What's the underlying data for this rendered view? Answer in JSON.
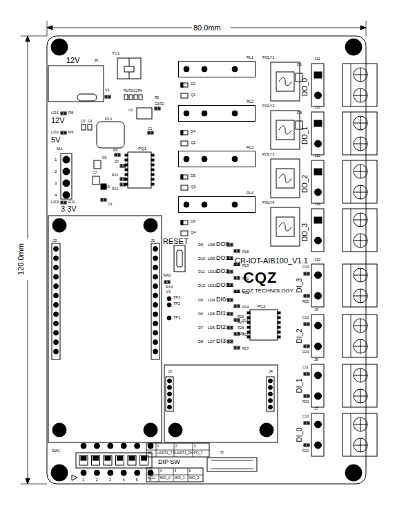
{
  "diagram": {
    "nodes": [
      {
        "text": [
          "RL1"
        ]
      },
      {
        "text": [
          "RL2"
        ]
      },
      {
        "text": [
          "RL3"
        ]
      },
      {
        "text": [
          "RL4"
        ]
      }
    ],
    "labels": [
      "80.0mm",
      "120.0mm",
      "12V",
      "J6",
      "TC1",
      "V1",
      "R1",
      "R3",
      "C2",
      "R4",
      "R5",
      "C3",
      "R2",
      "U1",
      "LD1",
      "R8",
      "12V",
      "C5",
      "C4",
      "PL1",
      "LD2",
      "R9",
      "5V",
      "C1",
      "R6",
      "PQ1",
      "M1",
      "1",
      "2",
      "3",
      "4",
      "C6",
      "R7",
      "C7",
      "R10",
      "R12",
      "V2",
      "C9",
      "LD3",
      "R11",
      "3.3V",
      "J2",
      "J1",
      "D2",
      "Q1",
      "D4",
      "Q2",
      "D5",
      "Q3",
      "D6",
      "Q4",
      "RESET",
      "SW2",
      "D9",
      "LD8",
      "DO0",
      "R18",
      "D10",
      "LD9",
      "DO1",
      "R19",
      "D11",
      "LD10",
      "DO2",
      "R20",
      "D12",
      "LD11",
      "DO3",
      "R21",
      "D5",
      "LD4",
      "DI0",
      "R14",
      "D6",
      "LD5",
      "DI1",
      "R15",
      "D7",
      "LD6",
      "DI2",
      "R16",
      "D8",
      "LD7",
      "DI3",
      "R17",
      "R13",
      "V3",
      "TP3",
      "TP2",
      "TP1",
      "CR-IOT-AIB100_V1.1",
      "CQZ",
      "CQZ TECHNOLOGY",
      "PC2",
      "R26",
      "R27",
      "R28",
      "R29",
      "J3",
      "J4",
      "J5",
      "POLY1",
      "D1",
      "J11",
      "DO_0",
      "POLY2",
      "D3",
      "J12",
      "DO_1",
      "POLY3",
      "J13",
      "DO_2",
      "POLY4",
      "J14",
      "DO_3",
      "J10",
      "C13",
      "DI_3",
      "R25",
      "J9",
      "C12",
      "DI_2",
      "R24",
      "J8",
      "C11",
      "DI_1",
      "R23",
      "J7",
      "C10",
      "DI_0",
      "R22",
      "SW1",
      "DIP SW",
      "1",
      "2",
      "3",
      "4",
      "5",
      "6",
      "NO",
      "1",
      "2",
      "3",
      "SF",
      "UART1_TX",
      "UART1_RX",
      "PO_7",
      "NO",
      "4",
      "5",
      "6",
      "MCU",
      "MIO_0",
      "MIO_1",
      "MIO_3"
    ]
  }
}
